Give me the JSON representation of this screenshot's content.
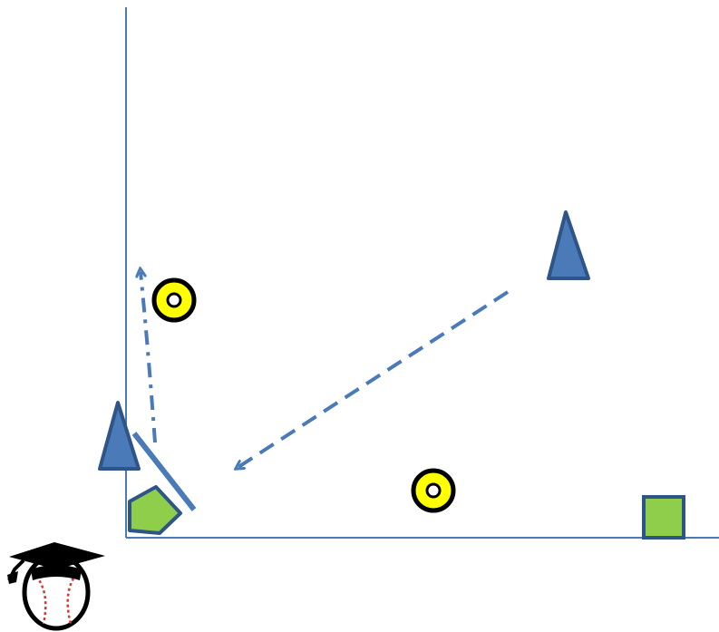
{
  "diagram": {
    "kind": "baseball fielding drill diagram",
    "colors": {
      "foul_line": "#4a7ab8",
      "player": "#4a7ab8",
      "player_stroke": "#2f5588",
      "base": "#8fce4a",
      "base_stroke": "#2f5588",
      "target_fill": "#ffff00",
      "target_stroke": "#000000",
      "arrow": "#4a7ab8",
      "logo_cap": "#000000",
      "logo_ball_seam": "#e03030"
    },
    "elements": [
      {
        "name": "third-base-line",
        "icon": "line"
      },
      {
        "name": "first-base-line",
        "icon": "line"
      },
      {
        "name": "home-plate",
        "icon": "pentagon"
      },
      {
        "name": "first-base",
        "icon": "square"
      },
      {
        "name": "catcher-player",
        "icon": "cone-triangle"
      },
      {
        "name": "fielder-player",
        "icon": "cone-triangle"
      },
      {
        "name": "target-upper",
        "icon": "bullseye"
      },
      {
        "name": "target-lower",
        "icon": "bullseye"
      },
      {
        "name": "throw-arrow",
        "icon": "dashed-arrow"
      },
      {
        "name": "run-arrow",
        "icon": "dash-dot-arrow"
      },
      {
        "name": "backstop-bar",
        "icon": "thick-line"
      }
    ],
    "logo": {
      "name": "baseball-graduation-cap-logo"
    }
  }
}
